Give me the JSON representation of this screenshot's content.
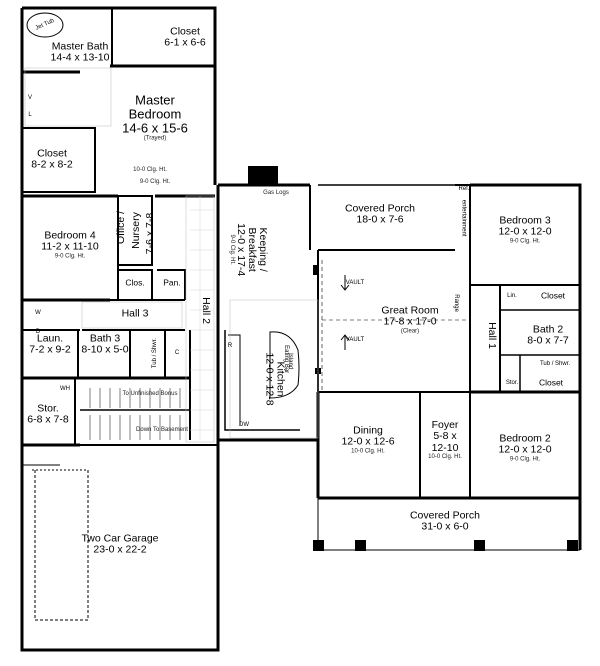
{
  "rooms": {
    "jet_tub": "Jet Tub",
    "master_bath": {
      "name": "Master Bath",
      "dim": "14-4 x 13-10"
    },
    "closet_top": {
      "name": "Closet",
      "dim": "6-1 x 6-6"
    },
    "master_bedroom": {
      "name": "Master\nBedroom",
      "dim": "14-6 x 15-6",
      "note": "(Trayed)",
      "clg1": "10-0 Clg. Ht.",
      "clg2": "9-0 Clg. Ht."
    },
    "closet_left": {
      "name": "Closet",
      "dim": "8-2 x 8-2"
    },
    "bedroom4": {
      "name": "Bedroom 4",
      "dim": "11-2 x 11-10",
      "clg": "9-0 Clg. Ht."
    },
    "office": {
      "name": "Office /",
      "name2": "Nursery",
      "dim": "7-6 x 7-8"
    },
    "clos": "Clos.",
    "pan": "Pan.",
    "hall3": "Hall 3",
    "hall2": "Hall 2",
    "laun": {
      "name": "Laun.",
      "dim": "7-2 x 9-2"
    },
    "bath3": {
      "name": "Bath 3",
      "dim": "8-10 x 5-0"
    },
    "tub_shwr": "Tub / Shwr.",
    "stor_left": {
      "name": "Stor.",
      "dim": "6-8 x 7-8"
    },
    "to_bonus": "To Unfinished Bonus",
    "down_basement": "Down To Basement",
    "garage": {
      "name": "Two Car Garage",
      "dim": "23-0 x 22-2"
    },
    "keeping": {
      "name": "Keeping /",
      "name2": "Breakfast",
      "dim": "12-0 x 17-4",
      "clg": "9-0 Clg. Ht."
    },
    "gas_logs": "Gas Logs",
    "covered_porch_top": {
      "name": "Covered Porch",
      "dim": "18-0 x 7-6"
    },
    "vault": "VAULT",
    "great_room": {
      "name": "Great Room",
      "dim": "17-8 x 17-0",
      "note": "(Clear)"
    },
    "kitchen": {
      "name": "Kitchen",
      "dim": "12-0 x 12-8"
    },
    "eating_bar": "Eating Bar",
    "island": "Island",
    "dw": "DW",
    "ref": "Ref.",
    "dining": {
      "name": "Dining",
      "dim": "12-0 x 12-6",
      "clg": "10-0 Clg. Ht."
    },
    "foyer": {
      "name": "Foyer",
      "dim1": "5-8 x",
      "dim2": "12-10",
      "clg": "10-0 Clg. Ht."
    },
    "bedroom3": {
      "name": "Bedroom 3",
      "dim": "12-0 x 12-0",
      "clg": "9-0 Clg. Ht."
    },
    "lin": "Lin.",
    "closet_r1": "Closet",
    "hall1": "Hall 1",
    "bath2": {
      "name": "Bath 2",
      "dim": "8-0 x 7-7"
    },
    "tub_shwr2": "Tub / Shwr.",
    "stor_right": "Stor.",
    "closet_r2": "Closet",
    "bedroom2": {
      "name": "Bedroom 2",
      "dim": "12-0 x 12-0",
      "clg": "9-0 Clg. Ht."
    },
    "covered_porch_bottom": {
      "name": "Covered Porch",
      "dim": "31-0 x 6-0"
    },
    "entertainment": "entertainment",
    "range": "Range",
    "w": "W",
    "d": "D",
    "c": "C",
    "r": "R",
    "v": "V",
    "l": "L",
    "wh": "WH"
  }
}
